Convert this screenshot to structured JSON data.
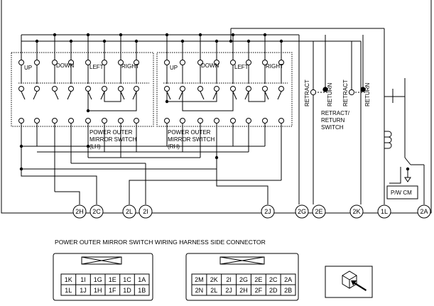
{
  "switch_lh": {
    "label": [
      "POWER OUTER",
      "MIRROR SWITCH",
      "(LH)"
    ],
    "up": "UP",
    "down": "DOWN",
    "left": "LEFT",
    "right": "RIGHT"
  },
  "switch_rh": {
    "label": [
      "POWER OUTER",
      "MIRROR SWITCH",
      "(RH)"
    ],
    "up": "UP",
    "down": "DOWN",
    "left": "LEFT",
    "right": "RIGHT"
  },
  "retract_switch": {
    "label": [
      "RETRACT/",
      "RETURN",
      "SWITCH"
    ],
    "retract": "RETRACT",
    "return": "RETURN"
  },
  "pwcm": "P/W CM",
  "terminals": [
    "2H",
    "2C",
    "2L",
    "2I",
    "2J",
    "2G",
    "2E",
    "2K",
    "1L",
    "2A"
  ],
  "connector_title": "POWER OUTER MIRROR SWITCH WIRING HARNESS SIDE CONNECTOR",
  "connector_left": [
    [
      "1K",
      "1I",
      "1G",
      "1E",
      "1C",
      "1A"
    ],
    [
      "1L",
      "1J",
      "1H",
      "1F",
      "1D",
      "1B"
    ]
  ],
  "connector_right": [
    [
      "2M",
      "2K",
      "2I",
      "2G",
      "2E",
      "2C",
      "2A"
    ],
    [
      "2N",
      "2L",
      "2J",
      "2H",
      "2F",
      "2D",
      "2B"
    ]
  ]
}
